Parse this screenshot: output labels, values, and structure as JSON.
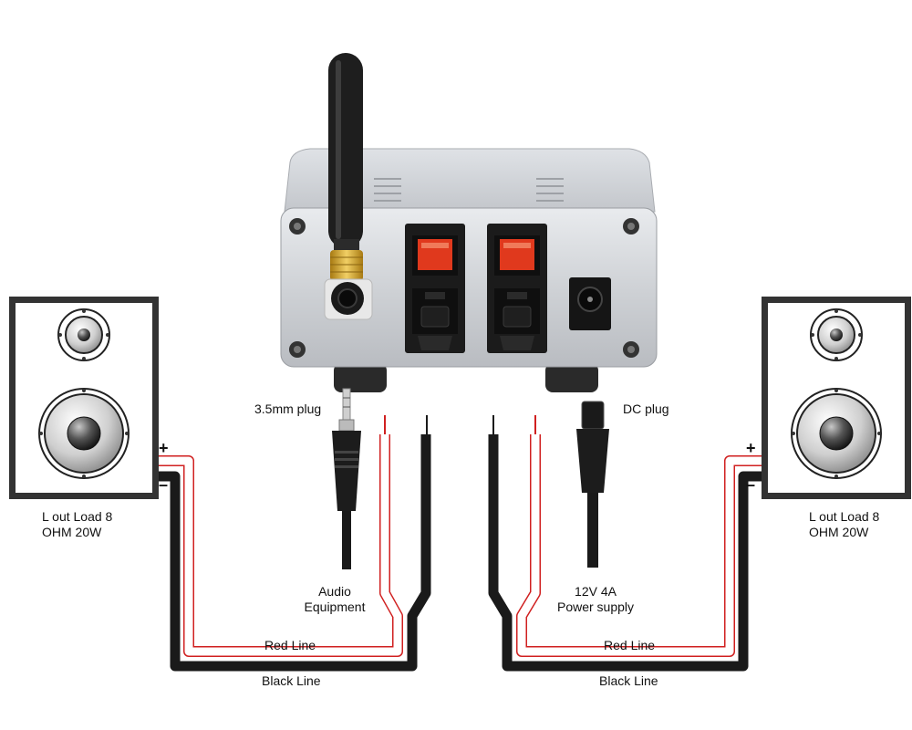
{
  "labels": {
    "plug_35mm": "3.5mm plug",
    "dc_plug": "DC plug",
    "audio_equipment": [
      "Audio",
      "Equipment"
    ],
    "power_supply": [
      "12V 4A",
      "Power supply"
    ],
    "left_speaker": [
      "L  out Load 8",
      "OHM 20W"
    ],
    "right_speaker": [
      "L  out Load 8",
      "OHM 20W"
    ],
    "red_line_left": "Red Line",
    "black_line_left": "Black Line",
    "red_line_right": "Red Line",
    "black_line_right": "Black Line",
    "plus": "+",
    "minus": "–"
  },
  "colors": {
    "red_wire": "#d02020",
    "black_wire": "#1a1a1a",
    "amp_body": "#cfd2d6",
    "terminal_red": "#e0391d",
    "gold_connector": "#d4a62a",
    "speaker_frame": "#333333"
  }
}
